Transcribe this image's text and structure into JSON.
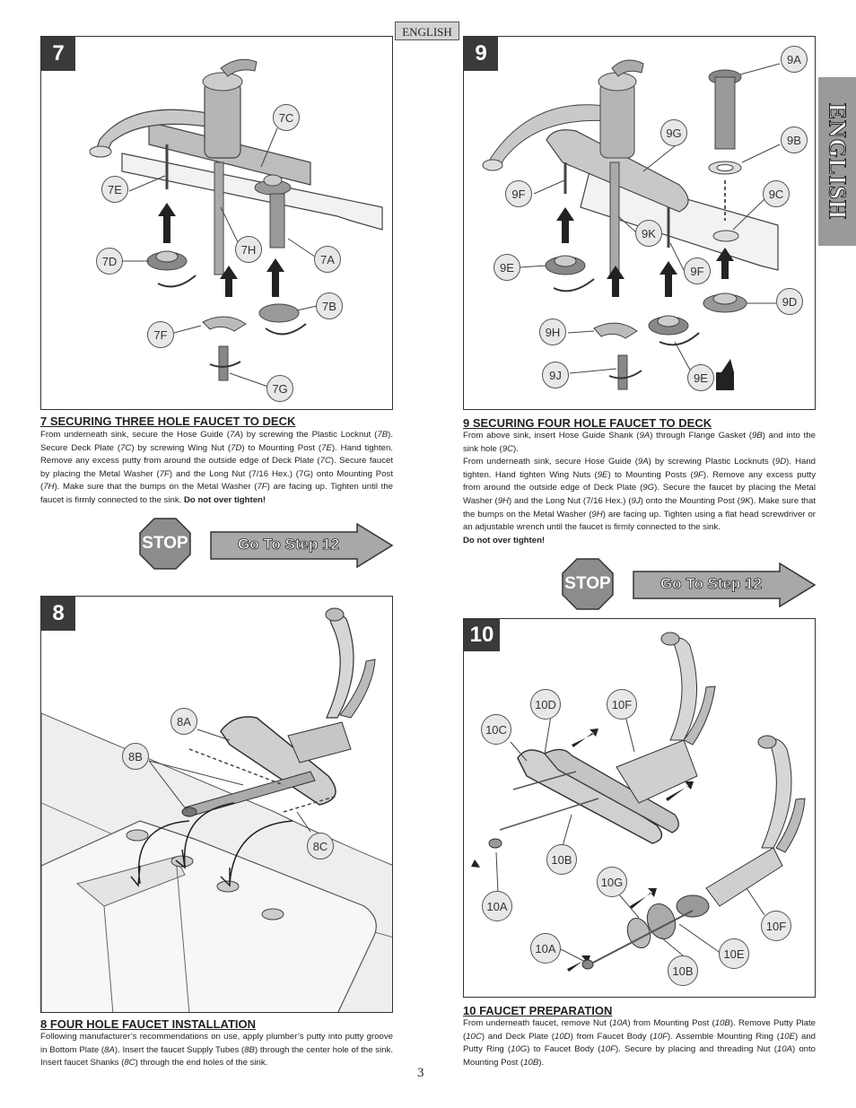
{
  "language_label": "ENGLISH",
  "side_tab": "ENGLISH",
  "page_number": "3",
  "steps": {
    "s7": {
      "number": "7",
      "callouts": [
        "7C",
        "7E",
        "7D",
        "7H",
        "7A",
        "7B",
        "7F",
        "7G"
      ],
      "heading": "7  SECURING THREE HOLE FAUCET TO DECK",
      "text": [
        "From underneath sink, secure the Hose Guide (",
        "7A",
        ") by screwing the Plastic Locknut (",
        "7B",
        ").  Secure Deck Plate (",
        "7C",
        ") by screwing Wing Nut (",
        "7D",
        ") to Mounting Post (",
        "7E",
        ").  Hand tighten.  Remove any excess putty from around the outside edge of Deck Plate (",
        "7C",
        "). Secure faucet by placing the Metal Washer (",
        "7F",
        ") and the Long Nut (",
        "7/16",
        " Hex.) (7G) onto Mounting Post (",
        "7H",
        ").  Make sure that the bumps on the Metal Washer (",
        "7F",
        ") are facing up. Tighten until the faucet is firmly connected to the sink.  ",
        "Do not over tighten!"
      ]
    },
    "s8": {
      "number": "8",
      "callouts": [
        "8A",
        "8B",
        "8C"
      ],
      "heading": "8  FOUR HOLE FAUCET INSTALLATION",
      "text": [
        "Following manufacturer’s recommendations on use, apply plumber’s putty into putty groove in Bottom Plate (",
        "8A",
        ").  Insert the faucet Supply Tubes (",
        "8B",
        ") through the center hole of the sink.  Insert faucet Shanks (",
        "8C",
        ") through the end holes of the sink."
      ]
    },
    "s9": {
      "number": "9",
      "callouts": [
        "9A",
        "9G",
        "9B",
        "9C",
        "9F",
        "9K",
        "9E",
        "9F",
        "9D",
        "9H",
        "9J",
        "9E"
      ],
      "heading": "9  SECURING FOUR HOLE FAUCET TO DECK",
      "text": [
        "From above sink, insert Hose Guide Shank (",
        "9A",
        ") through Flange Gasket (",
        "9B",
        ") and into the sink hole (",
        "9C",
        ").",
        "From underneath sink, secure Hose Guide (",
        "9A",
        ") by screwing Plastic Locknuts (",
        "9D",
        ").  Hand tighten. Hand tighten Wing Nuts (",
        "9E",
        ") to Mounting Posts (",
        "9F",
        ").  Remove any excess putty from around the outside edge of Deck Plate (",
        "9G",
        ").  Secure the faucet by placing the Metal Washer (",
        "9H",
        ") and the Long Nut (",
        "7/16",
        " Hex.) (",
        "9J",
        ") onto the Mounting Post (",
        "9K",
        ").  Make sure that the bumps on the Metal Washer (",
        "9H",
        ") are facing up.  Tighten using a flat head screwdriver or an adjustable wrench until the faucet is firmly connected to the sink.",
        "Do not over tighten!"
      ]
    },
    "s10": {
      "number": "10",
      "callouts": [
        "10D",
        "10F",
        "10C",
        "10B",
        "10G",
        "10A",
        "10F",
        "10E",
        "10A",
        "10B"
      ],
      "heading": "10  FAUCET PREPARATION",
      "text": [
        "From underneath faucet, remove Nut (",
        "10A",
        ") from Mounting Post (",
        "10B",
        ").  Remove Putty Plate (",
        "10C",
        ") and Deck Plate (",
        "10D",
        ") from Faucet Body (",
        "10F",
        ").  Assemble Mounting Ring (",
        "10E",
        ") and Putty Ring (",
        "10G",
        ") to Faucet Body (",
        "10F",
        ").  Secure by placing and threading Nut (",
        "10A",
        ") onto Mounting Post (",
        "10B",
        ")."
      ]
    }
  },
  "stop_label": "STOP",
  "go_to_label": "Go To Step 12",
  "colors": {
    "stop_fill": "#8c8c8c",
    "arrow_fill": "#a8a8a8",
    "panel_number_bg": "#3a3a3a",
    "side_tab": "#9a9a9a"
  }
}
